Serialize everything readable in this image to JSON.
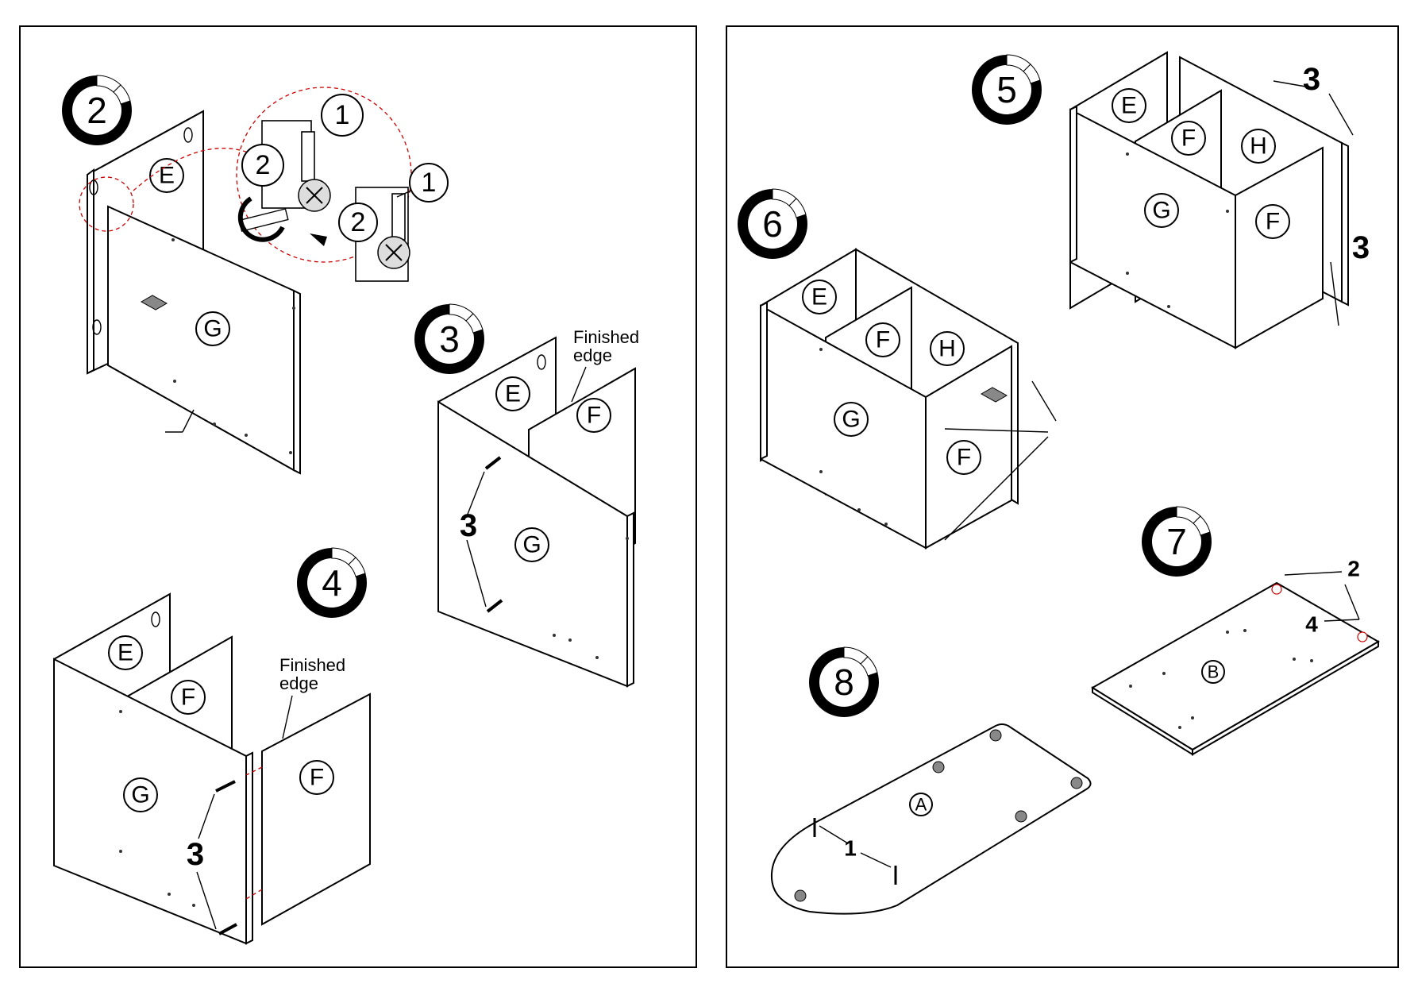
{
  "pages": [
    {
      "steps": [
        {
          "number": "2",
          "panels": [
            "E",
            "G"
          ],
          "callouts": [
            "1",
            "2",
            "1",
            "2"
          ]
        },
        {
          "number": "3",
          "panels": [
            "E",
            "F",
            "G"
          ],
          "note": [
            "Finished",
            "edge"
          ],
          "screw_count": "3"
        },
        {
          "number": "4",
          "panels": [
            "E",
            "F",
            "G",
            "F"
          ],
          "note": [
            "Finished",
            "edge"
          ],
          "screw_count": "3"
        }
      ]
    },
    {
      "steps": [
        {
          "number": "5",
          "panels": [
            "E",
            "F",
            "H",
            "G",
            "F"
          ],
          "screw_counts": [
            "3",
            "3"
          ]
        },
        {
          "number": "6",
          "panels": [
            "E",
            "F",
            "H",
            "G",
            "F"
          ]
        },
        {
          "number": "7",
          "panels": [
            "B"
          ],
          "counts": [
            "2",
            "4"
          ]
        },
        {
          "number": "8",
          "panels": [
            "A"
          ],
          "counts": [
            "1"
          ]
        }
      ]
    }
  ],
  "colors": {
    "line": "#000000",
    "guide": "#cc0000",
    "background": "#ffffff"
  }
}
